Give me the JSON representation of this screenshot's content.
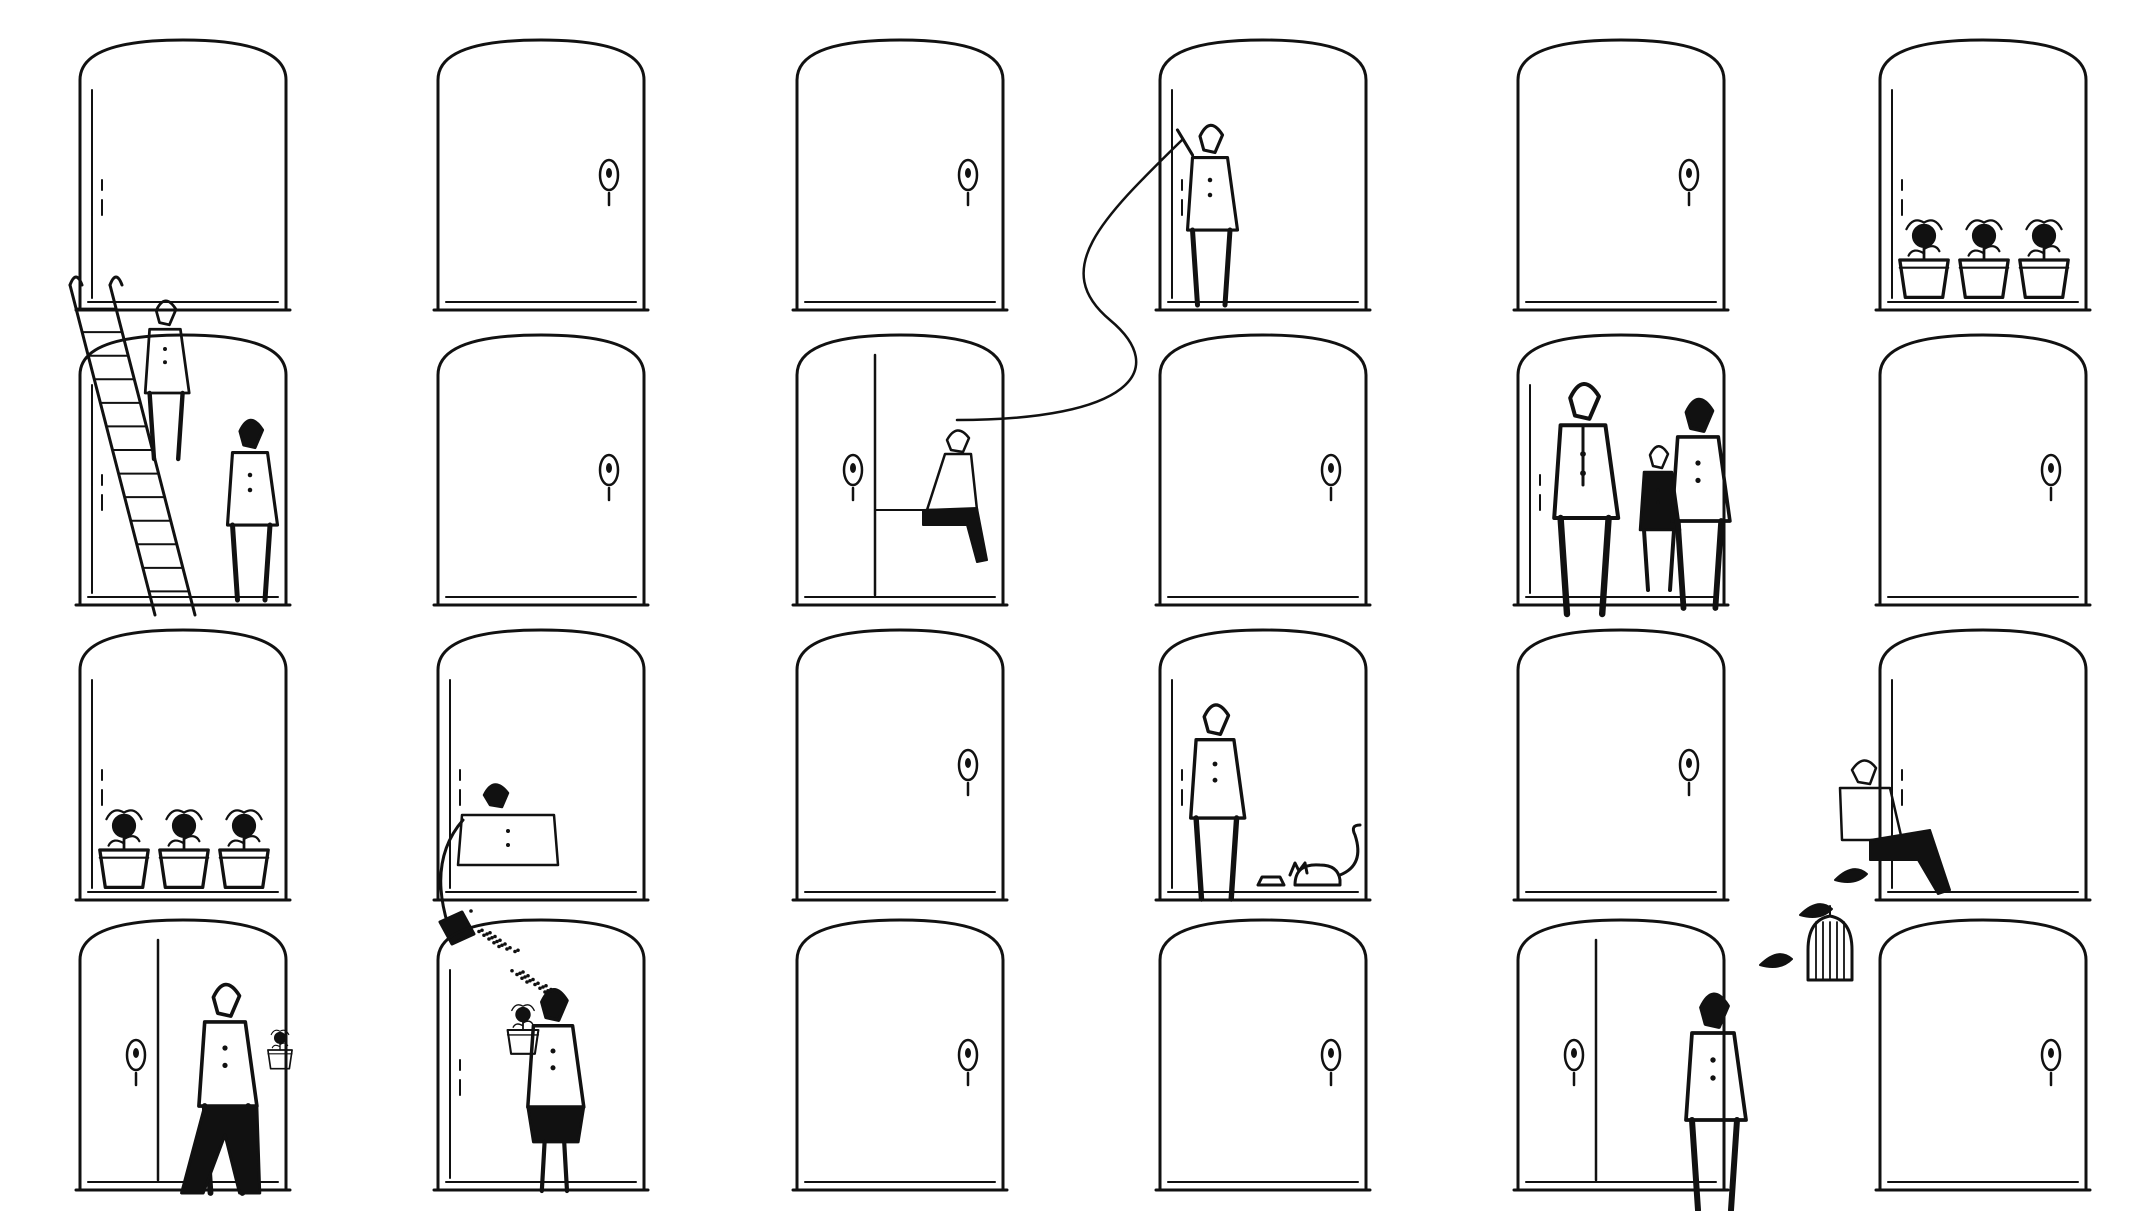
{
  "colors": {
    "background": "#ffffff",
    "ink": "#111111"
  },
  "grid": {
    "rows": 4,
    "columns": 6
  },
  "windows": [
    {
      "row": 0,
      "col": 0,
      "variant": "open",
      "content": "empty"
    },
    {
      "row": 0,
      "col": 1,
      "variant": "closed",
      "content": "empty"
    },
    {
      "row": 0,
      "col": 2,
      "variant": "closed",
      "content": "empty"
    },
    {
      "row": 0,
      "col": 3,
      "variant": "open",
      "content": "person-on-phone"
    },
    {
      "row": 0,
      "col": 4,
      "variant": "closed",
      "content": "empty"
    },
    {
      "row": 0,
      "col": 5,
      "variant": "open",
      "content": "flower-pots"
    },
    {
      "row": 1,
      "col": 0,
      "variant": "open",
      "content": "ladder-climber"
    },
    {
      "row": 1,
      "col": 1,
      "variant": "closed",
      "content": "empty"
    },
    {
      "row": 1,
      "col": 2,
      "variant": "half-open",
      "content": "person-sitting-on-phone"
    },
    {
      "row": 1,
      "col": 3,
      "variant": "closed",
      "content": "empty"
    },
    {
      "row": 1,
      "col": 4,
      "variant": "open",
      "content": "family"
    },
    {
      "row": 1,
      "col": 5,
      "variant": "closed",
      "content": "empty"
    },
    {
      "row": 2,
      "col": 0,
      "variant": "open",
      "content": "flower-pots"
    },
    {
      "row": 2,
      "col": 1,
      "variant": "open",
      "content": "person-watering"
    },
    {
      "row": 2,
      "col": 2,
      "variant": "closed",
      "content": "empty"
    },
    {
      "row": 2,
      "col": 3,
      "variant": "open",
      "content": "person-with-cat"
    },
    {
      "row": 2,
      "col": 4,
      "variant": "closed",
      "content": "empty"
    },
    {
      "row": 2,
      "col": 5,
      "variant": "open",
      "content": "person-sitting-birdcage"
    },
    {
      "row": 3,
      "col": 0,
      "variant": "half-open",
      "content": "person-with-plant"
    },
    {
      "row": 3,
      "col": 1,
      "variant": "open",
      "content": "person-receiving-water"
    },
    {
      "row": 3,
      "col": 2,
      "variant": "closed",
      "content": "empty"
    },
    {
      "row": 3,
      "col": 3,
      "variant": "closed",
      "content": "empty"
    },
    {
      "row": 3,
      "col": 4,
      "variant": "half-open",
      "content": "person-with-birds"
    },
    {
      "row": 3,
      "col": 5,
      "variant": "closed",
      "content": "empty"
    }
  ]
}
